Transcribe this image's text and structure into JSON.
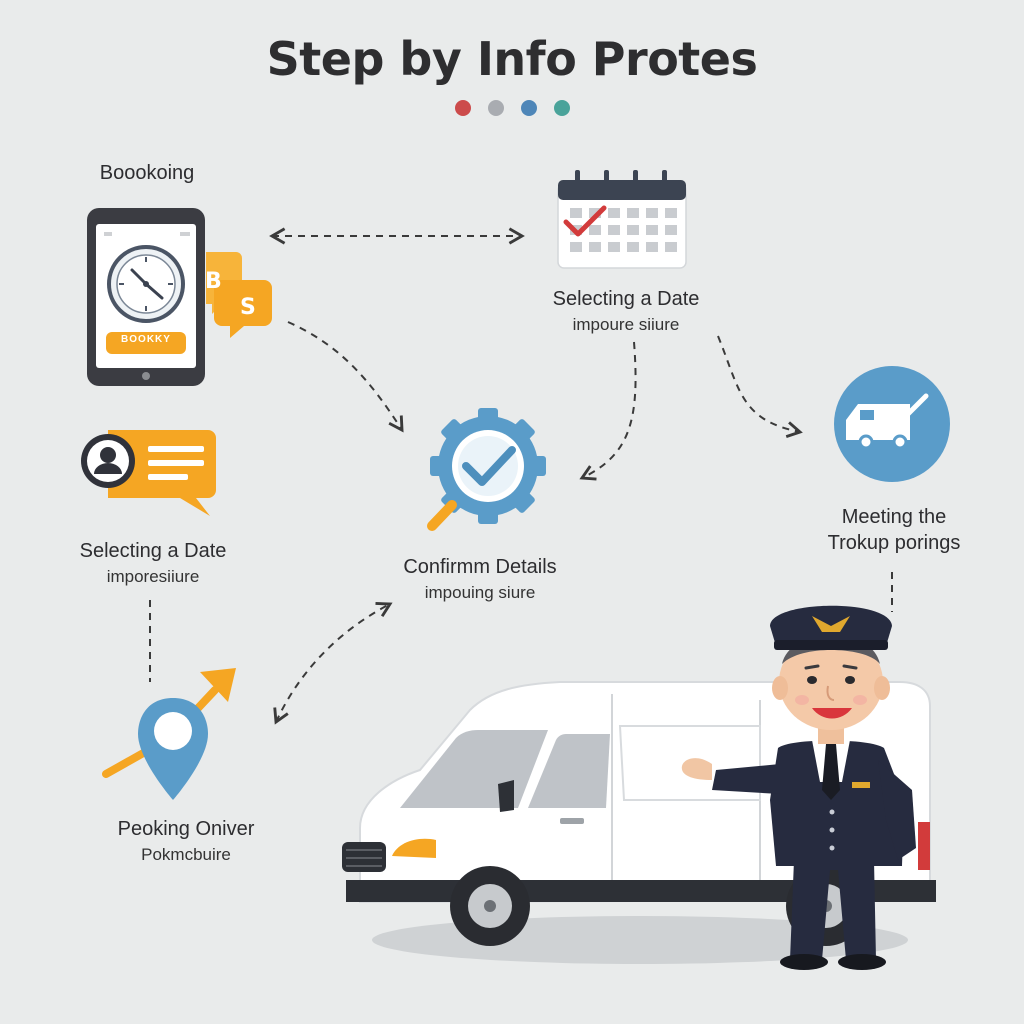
{
  "title": "Step by Info Protes",
  "title_dots": [
    "#cc4b4b",
    "#a9acb1",
    "#4e86b8",
    "#4aa39a"
  ],
  "colors": {
    "background": "#e9ebeb",
    "blue": "#5a9cc9",
    "orange": "#f5a623",
    "navy": "#262b3f",
    "check_red": "#d23b3b"
  },
  "steps": {
    "booking": {
      "title": "Boookoing",
      "phone_button": "BOOKKY"
    },
    "select_date_top": {
      "title": "Selecting a Date",
      "sub": "impoure siiure"
    },
    "select_date_left": {
      "title": "Selecting a Date",
      "sub": "imporesiiure"
    },
    "confirm": {
      "title": "Confirmm Details",
      "sub": "impouing siure"
    },
    "meeting": {
      "title_line1": "Meeting the",
      "title_line2": "Trokup porings"
    },
    "peoking": {
      "title": "Peoking Oniver",
      "sub": "Pokmcbuire"
    }
  },
  "icons": {
    "phone": "smartphone-clock-icon",
    "chat": "chat-bubbles-icon",
    "calendar": "calendar-check-icon",
    "gear": "gear-check-icon",
    "van_circle": "van-check-icon",
    "profile_chat": "profile-message-icon",
    "location": "location-pin-icon",
    "van": "white-van",
    "driver": "chauffeur-driver"
  }
}
